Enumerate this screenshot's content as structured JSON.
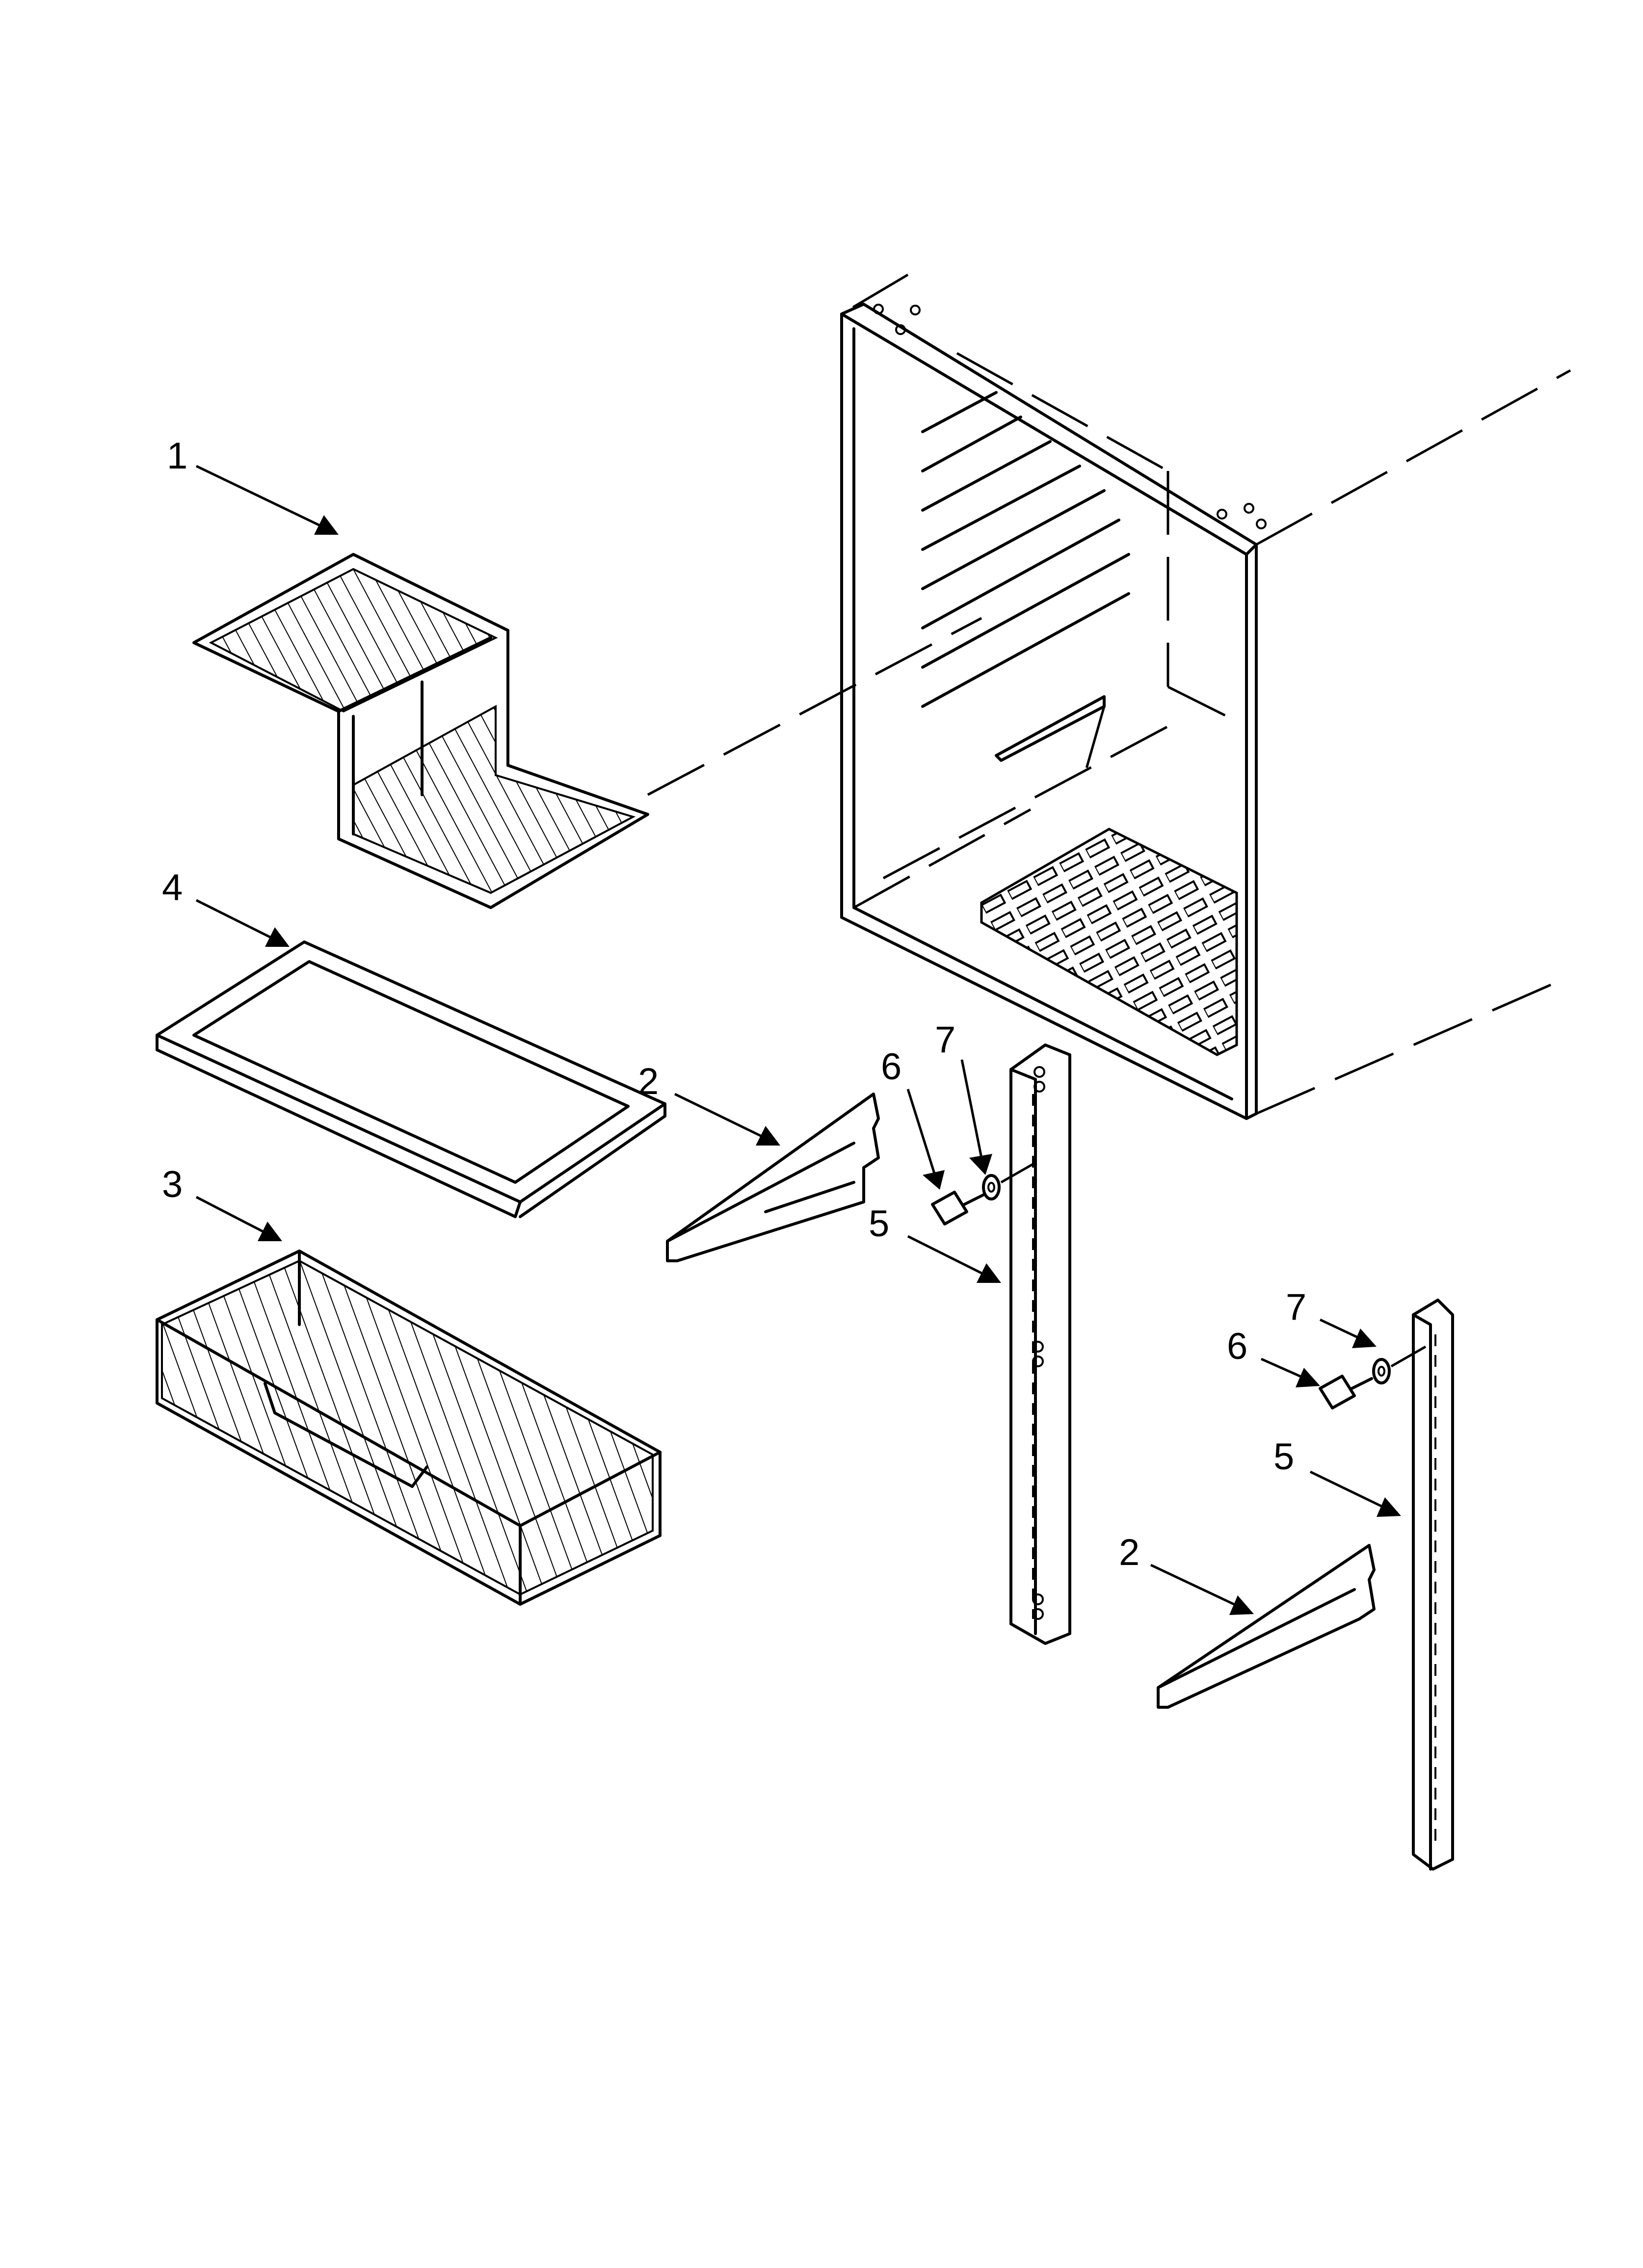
{
  "callouts": [
    {
      "id": "c1",
      "label": "1"
    },
    {
      "id": "c4",
      "label": "4"
    },
    {
      "id": "c3",
      "label": "3"
    },
    {
      "id": "c2a",
      "label": "2"
    },
    {
      "id": "c6a",
      "label": "6"
    },
    {
      "id": "c7a",
      "label": "7"
    },
    {
      "id": "c5a",
      "label": "5"
    },
    {
      "id": "c7b",
      "label": "7"
    },
    {
      "id": "c6b",
      "label": "6"
    },
    {
      "id": "c5b",
      "label": "5"
    },
    {
      "id": "c2b",
      "label": "2"
    }
  ]
}
